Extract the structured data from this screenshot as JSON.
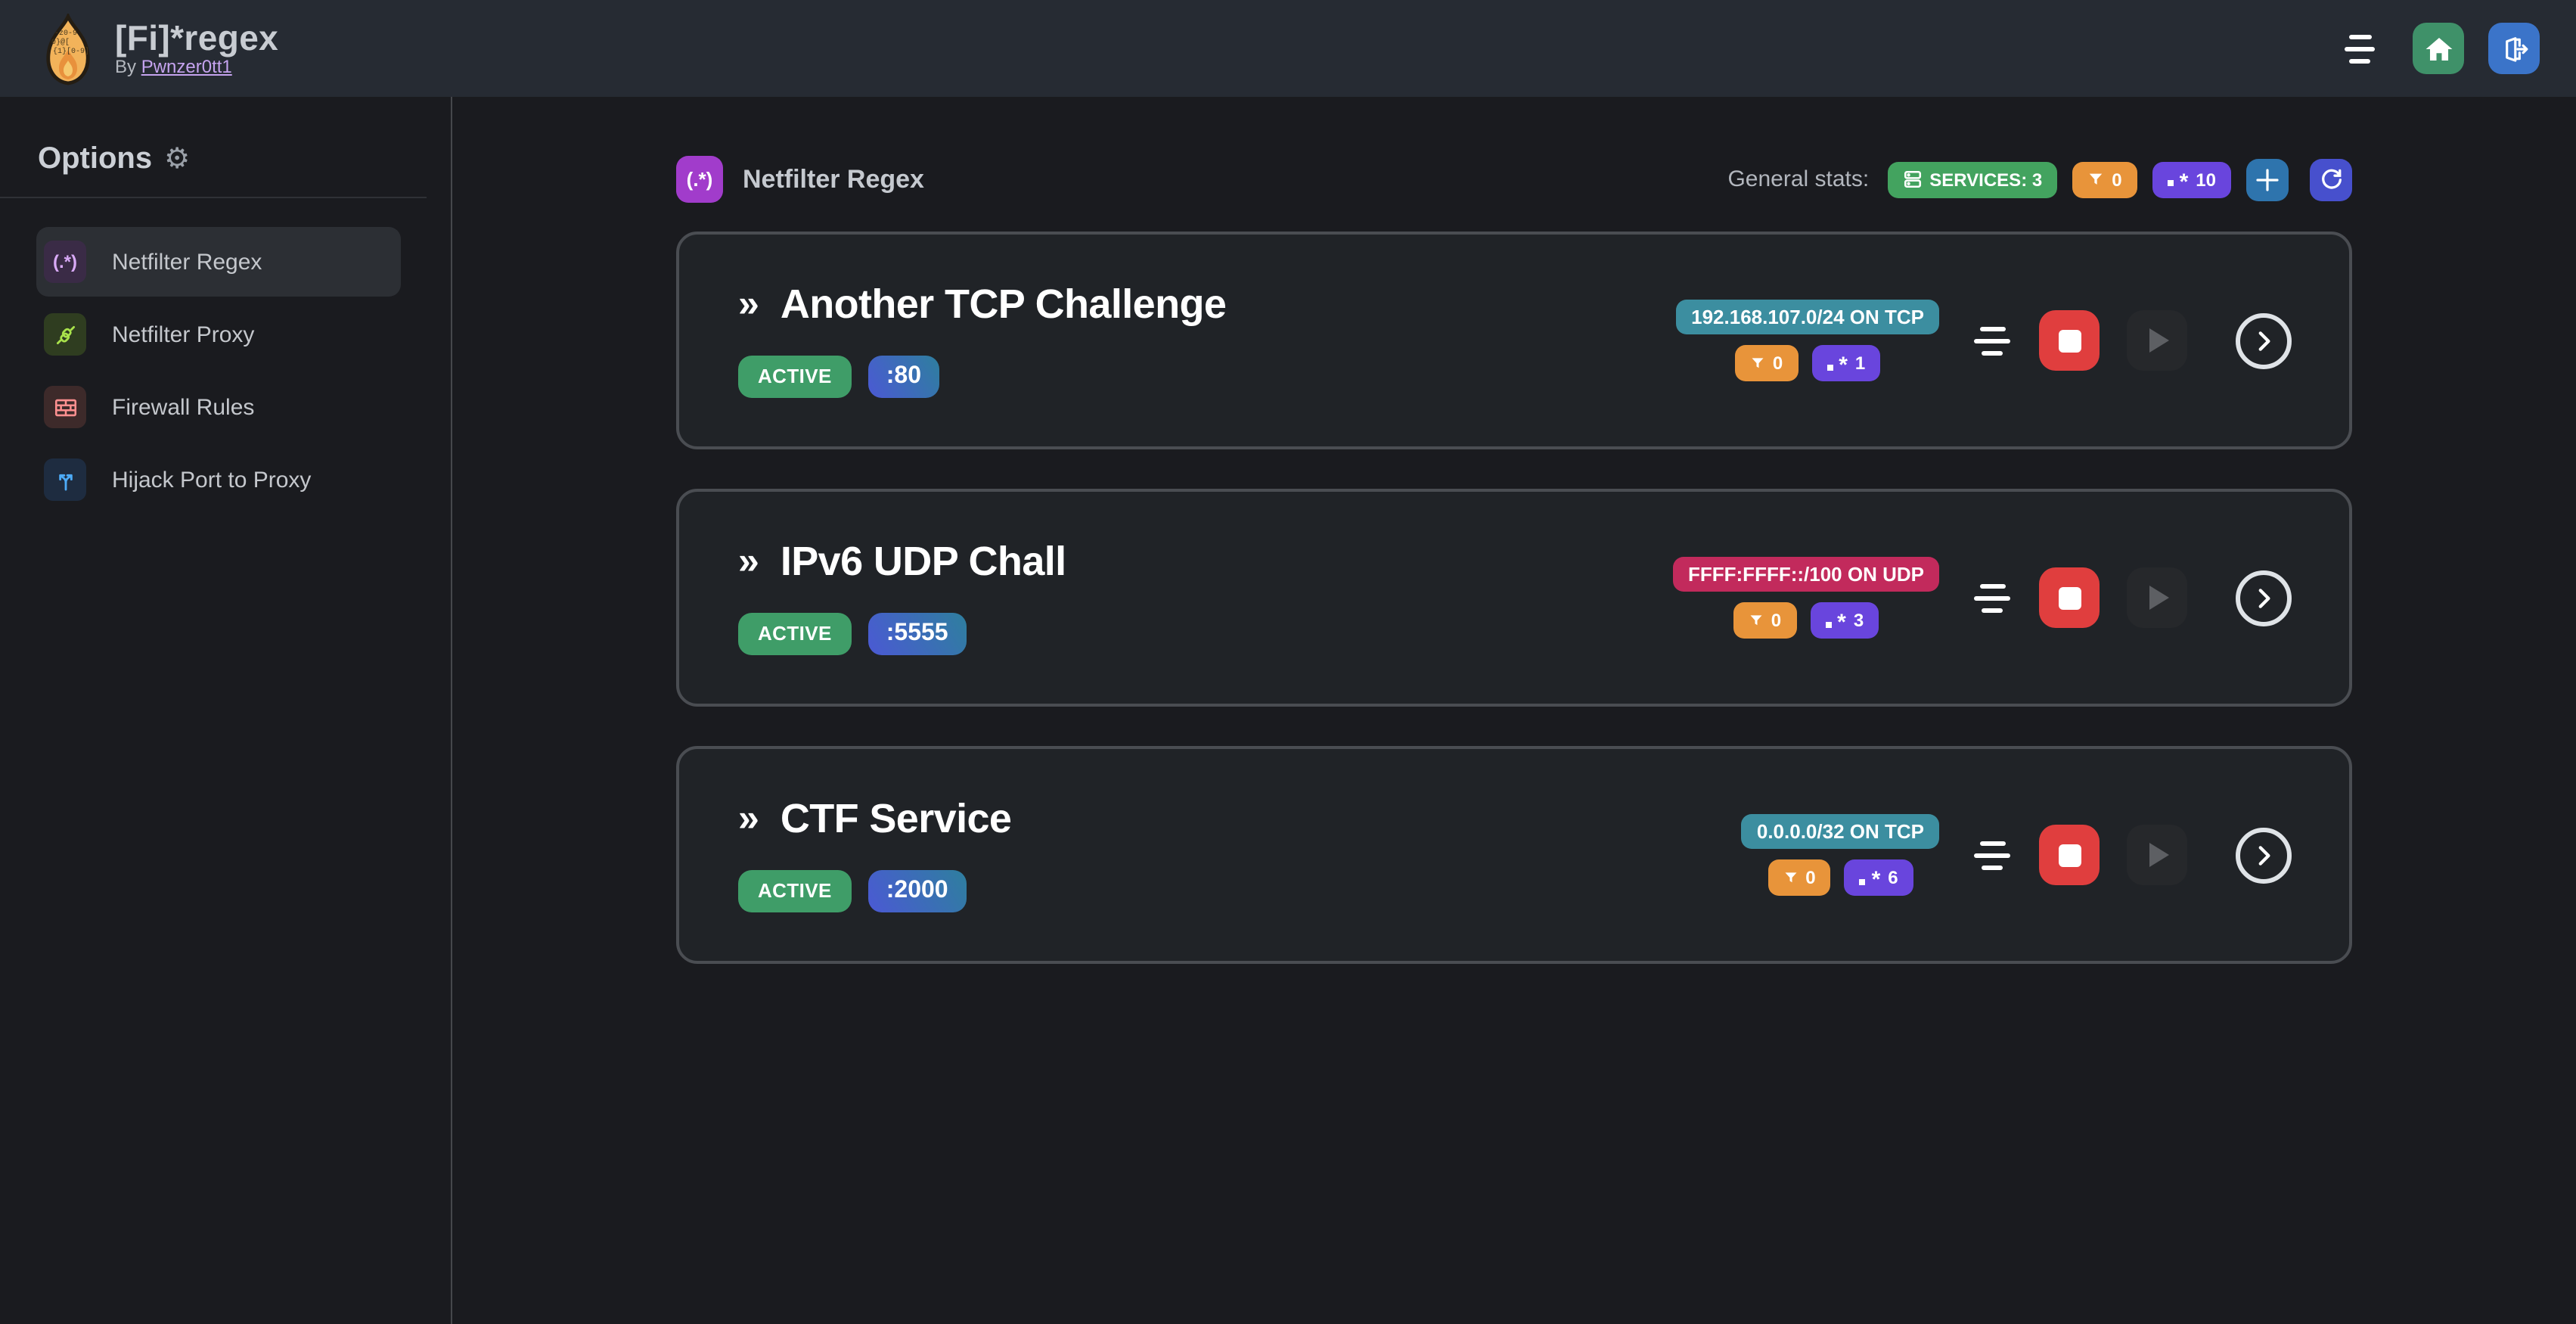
{
  "navbar": {
    "title": "[Fi]*regex",
    "byline_prefix": "By ",
    "author": "Pwnzer0tt1"
  },
  "sidebar": {
    "heading": "Options",
    "gear_icon": "⚙",
    "items": [
      {
        "label": "Netfilter Regex",
        "slug": "netfilter-regex",
        "icon": "regex-paren-icon",
        "icon_text": "(.*)",
        "active": true
      },
      {
        "label": "Netfilter Proxy",
        "slug": "netfilter-proxy",
        "icon": "plug-icon",
        "active": false
      },
      {
        "label": "Firewall Rules",
        "slug": "firewall-rules",
        "icon": "brick-wall-icon",
        "active": false
      },
      {
        "label": "Hijack Port to Proxy",
        "slug": "hijack-port-to-proxy",
        "icon": "fork-arrows-icon",
        "active": false
      }
    ]
  },
  "main": {
    "header": {
      "icon_text": "(.*)",
      "title": "Netfilter Regex"
    },
    "stats": {
      "label": "General stats:",
      "services_badge": "SERVICES: 3",
      "filter_count": "0",
      "regex_count": "10"
    },
    "services": [
      {
        "name": "Another TCP Challenge",
        "status": "ACTIVE",
        "port": ":80",
        "cidr": "192.168.107.0/24 ON TCP",
        "cidr_color": "teal",
        "filter_count": "0",
        "regex_count": "1"
      },
      {
        "name": "IPv6 UDP Chall",
        "status": "ACTIVE",
        "port": ":5555",
        "cidr": "FFFF:FFFF::/100 ON UDP",
        "cidr_color": "pink",
        "filter_count": "0",
        "regex_count": "3"
      },
      {
        "name": "CTF Service",
        "status": "ACTIVE",
        "port": ":2000",
        "cidr": "0.0.0.0/32 ON TCP",
        "cidr_color": "teal",
        "filter_count": "0",
        "regex_count": "6"
      }
    ]
  },
  "colors": {
    "status_green": "#3f9d68",
    "services_green": "#43a35f",
    "teal_badge": "#3c8ea0",
    "pink_badge": "#c22a5c",
    "orange_badge": "#e8943a",
    "violet_badge": "#6945dd",
    "stop_red": "#e03e3e",
    "plus_blue": "#2e74ad",
    "refresh_indigo": "#4750cd",
    "header_purple": "#a13ccb",
    "home_green": "#3f9169",
    "logout_blue": "#3b74c9"
  }
}
